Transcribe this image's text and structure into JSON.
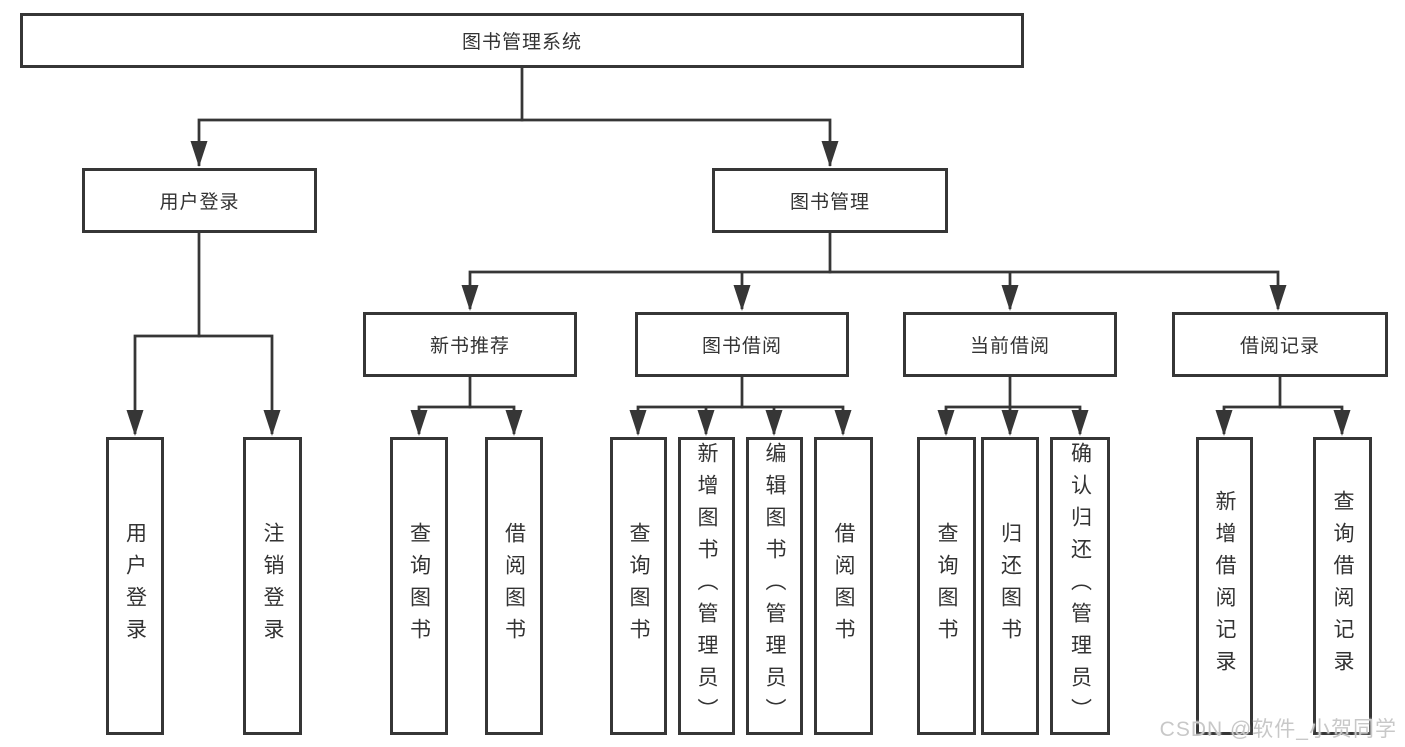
{
  "watermark": "CSDN @软件_小贺同学",
  "colors": {
    "line": "#363636",
    "text": "#333333",
    "watermark": "#c8c8c8"
  },
  "tree": {
    "label": "图书管理系统",
    "children": [
      {
        "label": "用户登录",
        "children": [
          {
            "label": "用户登录"
          },
          {
            "label": "注销登录"
          }
        ]
      },
      {
        "label": "图书管理",
        "children": [
          {
            "label": "新书推荐",
            "children": [
              {
                "label": "查询图书"
              },
              {
                "label": "借阅图书"
              }
            ]
          },
          {
            "label": "图书借阅",
            "children": [
              {
                "label": "查询图书"
              },
              {
                "label": "新增图书（管理员）"
              },
              {
                "label": "编辑图书（管理员）"
              },
              {
                "label": "借阅图书"
              }
            ]
          },
          {
            "label": "当前借阅",
            "children": [
              {
                "label": "查询图书"
              },
              {
                "label": "归还图书"
              },
              {
                "label": "确认归还（管理员）"
              }
            ]
          },
          {
            "label": "借阅记录",
            "children": [
              {
                "label": "新增借阅记录"
              },
              {
                "label": "查询借阅记录"
              }
            ]
          }
        ]
      }
    ]
  }
}
